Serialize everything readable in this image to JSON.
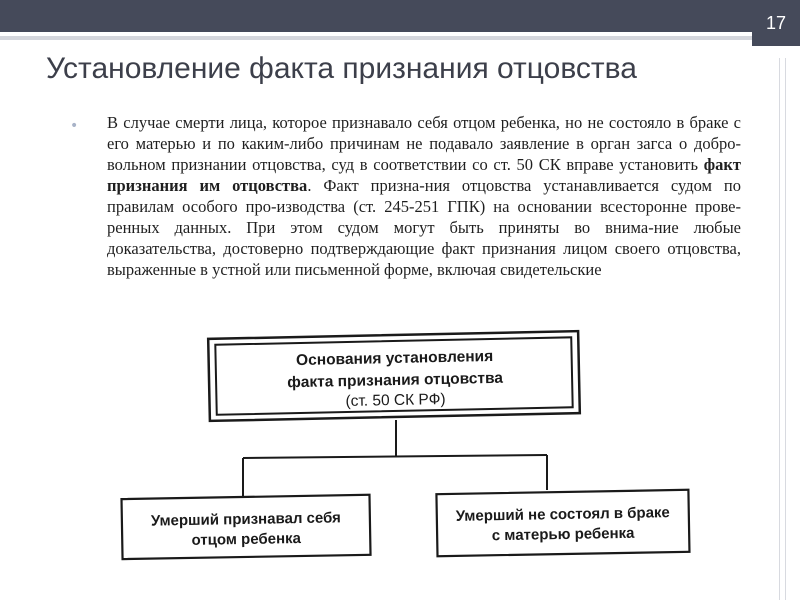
{
  "slide": {
    "number": "17"
  },
  "title": "Установление факта признания отцовства",
  "bullet": {
    "p1": "В случае смерти лица, которое признавало себя отцом ребенка, но не состояло в браке с его матерью и по каким-либо причинам не подавало заявление в орган загса о добро-вольном признании отцовства, суд в соответствии со ст. 50 СК вправе установить ",
    "bold": "факт признания им отцовства",
    "p2": ". Факт призна-ния отцовства устанавливается судом по правилам особого про-изводства (ст. 245-251 ГПК) на основании всесторонне прове-ренных данных. При этом судом могут быть приняты во внима-ние любые доказательства, достоверно подтверждающие факт признания лицом своего отцовства, выраженные в устной или письменной форме, включая свидетельские"
  },
  "diagram": {
    "root": {
      "line1": "Основания установления",
      "line2": "факта признания отцовства",
      "line3": "(ст. 50 СК РФ)"
    },
    "left": {
      "line1": "Умерший признавал себя",
      "line2": "отцом ребенка"
    },
    "right": {
      "line1": "Умерший не состоял в браке",
      "line2": "с матерью ребенка"
    }
  },
  "colors": {
    "header": "#454a5a",
    "title": "#3c3f4a",
    "bullet": "#a8b3c8"
  }
}
